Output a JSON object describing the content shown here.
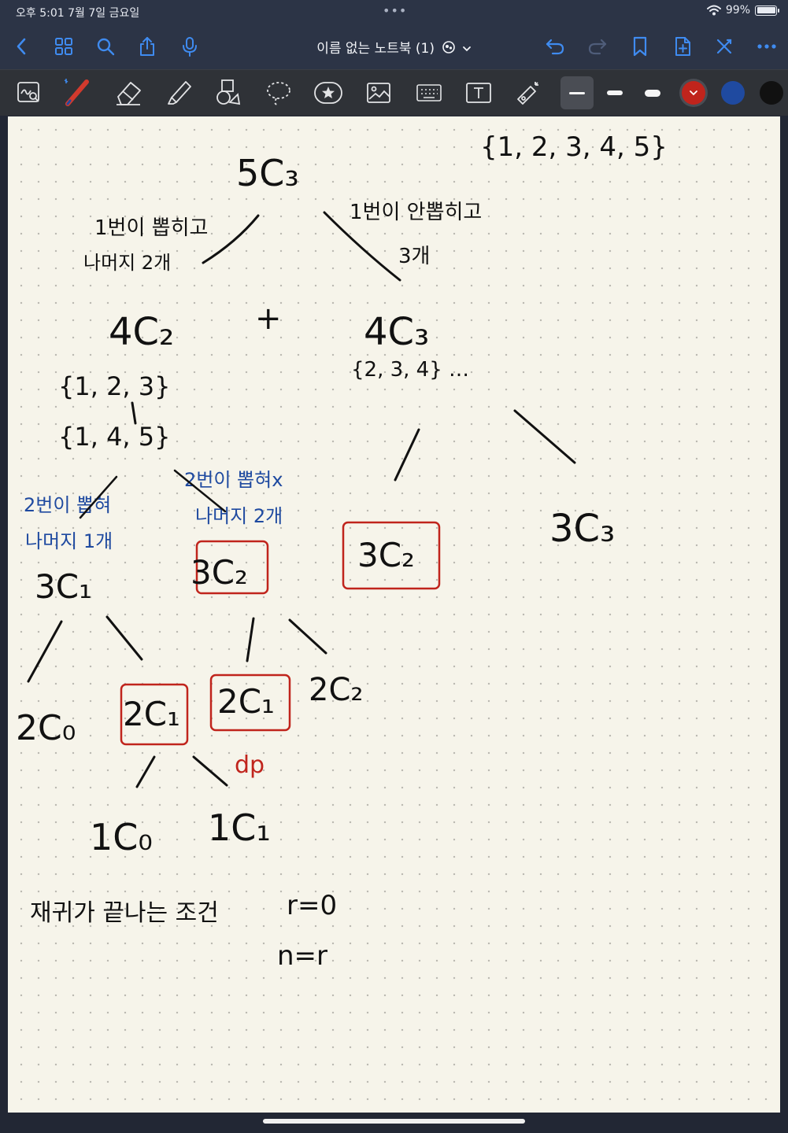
{
  "status_bar": {
    "time_date": "오후 5:01   7월 7일 금요일",
    "ellipsis": "•••",
    "battery": "99%"
  },
  "nav": {
    "title": "이름 없는 노트북 (1)",
    "icons": [
      "back-icon",
      "grid-icon",
      "search-icon",
      "share-icon",
      "mic-icon",
      "undo-icon",
      "redo-icon",
      "bookmark-icon",
      "add-page-icon",
      "close-icon",
      "more-icon"
    ]
  },
  "toolbar": {
    "tools": [
      "handwriting-zoom",
      "pen",
      "eraser",
      "highlighter",
      "shapes",
      "lasso",
      "sticker",
      "image",
      "keyboard",
      "text-box",
      "laser-pointer"
    ],
    "stroke_widths": [
      "thin",
      "medium",
      "thick"
    ],
    "colors": [
      "#c0241c",
      "#1f4aa0",
      "#111111"
    ]
  },
  "note": {
    "black_texts": [
      "5C₃",
      "{1, 2, 3, 4, 5}",
      "1번이 뽑히고",
      "나머지 2개",
      "1번이 안뽑히고",
      "3개",
      "4C₂",
      "+",
      "4C₃",
      "{1, 2, 3}",
      "{1, 4, 5}",
      "{2, 3, 4} …",
      "3C₃",
      "3C₁",
      "2C₀",
      "2C₂",
      "1C₀",
      "1C₁",
      "재귀가 끝나는 조건",
      "r=0",
      "n=r"
    ],
    "blue_texts": [
      "2번이 뽑혀",
      "나머지 1개",
      "2번이 뽑혀x",
      "나머지 2개"
    ],
    "red_boxed": [
      "3C₂",
      "3C₂",
      "2C₁",
      "2C₁"
    ],
    "red_note": "dp"
  }
}
